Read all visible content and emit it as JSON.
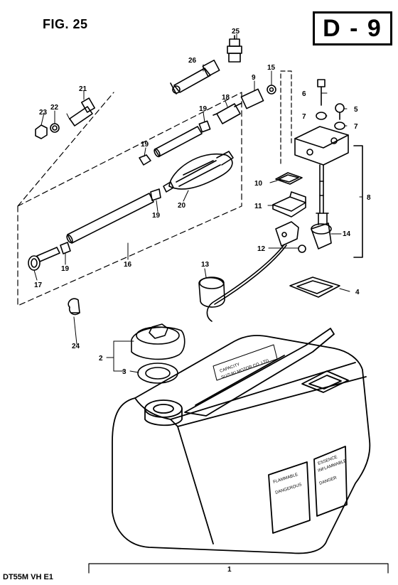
{
  "figure": {
    "title": "FIG. 25",
    "section_code": "D - 9",
    "model_code": "DT55M VH E1"
  },
  "part_numbers": [
    "1",
    "2",
    "3",
    "4",
    "5",
    "6",
    "7",
    "7",
    "8",
    "9",
    "10",
    "11",
    "12",
    "13",
    "14",
    "15",
    "16",
    "17",
    "18",
    "19",
    "19",
    "19",
    "19",
    "20",
    "21",
    "22",
    "23",
    "24",
    "25",
    "26"
  ],
  "tank_labels": {
    "warning_left": "FLAMMABLE",
    "warning_left_2": "DANGEROUS",
    "warning_right": "ESSENCE",
    "warning_right_2": "INFLAMMABLE",
    "warning_right_3": "DANGER",
    "handle_label": "CAPACITY",
    "maker_label": "SUZUKI MOTOR CO.,LTD"
  }
}
